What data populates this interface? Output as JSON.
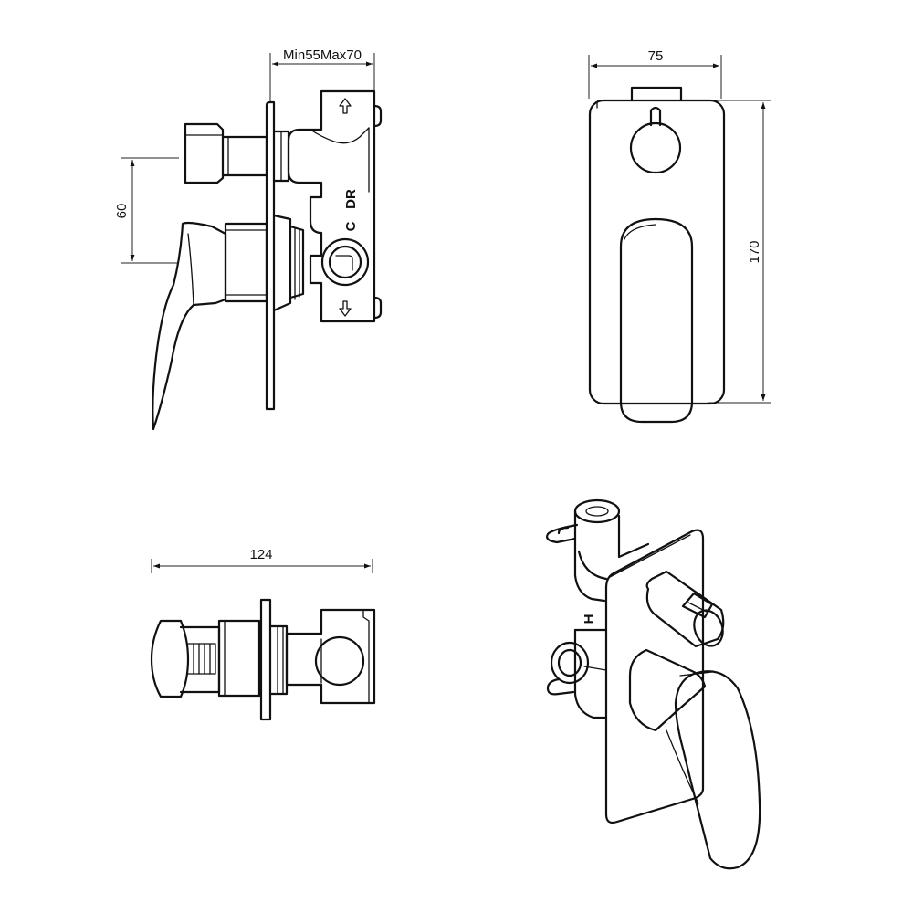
{
  "dimensions": {
    "depth_range": "Min55Max70",
    "plate_width": "75",
    "plate_height": "170",
    "handle_spacing": "60",
    "overall_depth": "124"
  },
  "body_markings": {
    "cold": "C",
    "diverter": "DR",
    "hot": "H"
  },
  "icons": [
    "arrow-up-icon",
    "arrow-down-icon"
  ]
}
